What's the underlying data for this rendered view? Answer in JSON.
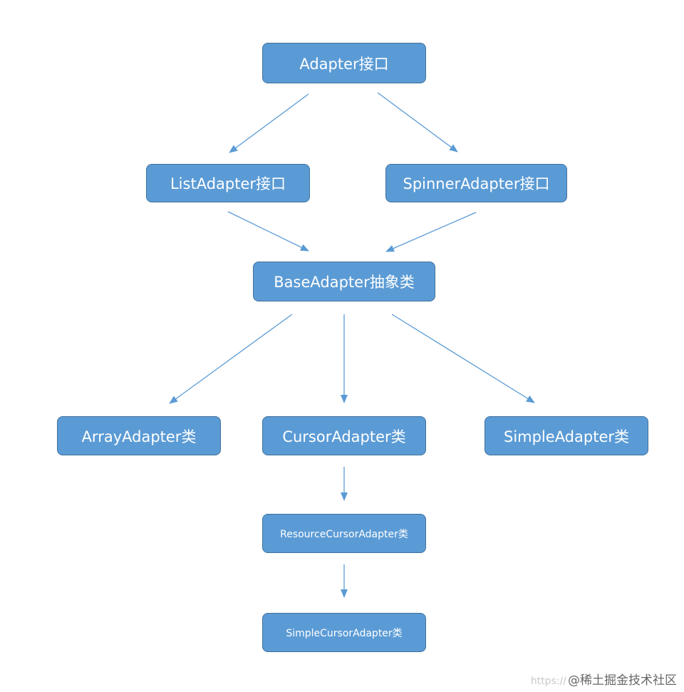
{
  "nodes": {
    "adapter": "Adapter接口",
    "list_adapter": "ListAdapter接口",
    "spinner_adapter": "SpinnerAdapter接口",
    "base_adapter": "BaseAdapter抽象类",
    "array_adapter": "ArrayAdapter类",
    "cursor_adapter": "CursorAdapter类",
    "simple_adapter": "SimpleAdapter类",
    "resource_cursor_adapter": "ResourceCursorAdapter类",
    "simple_cursor_adapter": "SimpleCursorAdapter类"
  },
  "edges": [
    {
      "from": "adapter",
      "to": "list_adapter"
    },
    {
      "from": "adapter",
      "to": "spinner_adapter"
    },
    {
      "from": "list_adapter",
      "to": "base_adapter"
    },
    {
      "from": "spinner_adapter",
      "to": "base_adapter"
    },
    {
      "from": "base_adapter",
      "to": "array_adapter"
    },
    {
      "from": "base_adapter",
      "to": "cursor_adapter"
    },
    {
      "from": "base_adapter",
      "to": "simple_adapter"
    },
    {
      "from": "cursor_adapter",
      "to": "resource_cursor_adapter"
    },
    {
      "from": "resource_cursor_adapter",
      "to": "simple_cursor_adapter"
    }
  ],
  "colors": {
    "node_fill": "#5b9bd5",
    "node_border": "#41719c",
    "arrow": "#5b9bd5"
  },
  "watermark": {
    "url": "https://",
    "text": "@稀土掘金技术社区"
  }
}
